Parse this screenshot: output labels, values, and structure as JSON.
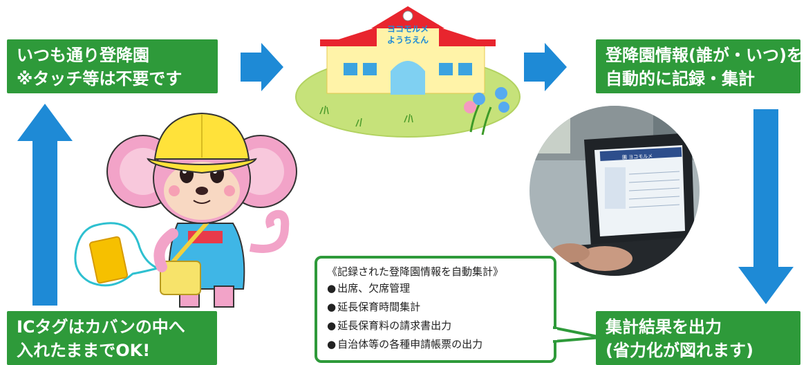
{
  "boxes": {
    "top_left": {
      "line1": "いつも通り登降園",
      "line2": "※タッチ等は不要です"
    },
    "top_right": {
      "line1": "登降園情報(誰が・いつ)を",
      "line2": "自動的に記録・集計"
    },
    "bottom_left": {
      "line1": "ICタグはカバンの中へ",
      "line2": "入れたままでOK!"
    },
    "bottom_right": {
      "line1": "集計結果を出力",
      "line2": "(省力化が図れます)"
    }
  },
  "school_sign": {
    "line1": "ヨコモルメ",
    "line2": "ようちえん"
  },
  "laptop_screen": {
    "title": "園 ヨコモルメ"
  },
  "callout": {
    "title": "《記録された登降園情報を自動集計》",
    "items": [
      "出席、欠席管理",
      "延長保育時間集計",
      "延長保育料の請求書出力",
      "自治体等の各種申請帳票の出力"
    ]
  },
  "colors": {
    "box_green": "#2e9a3a",
    "arrow_blue": "#1e8ad6",
    "monkey_pink": "#f2a3c8",
    "hat_yellow": "#ffe23a"
  }
}
